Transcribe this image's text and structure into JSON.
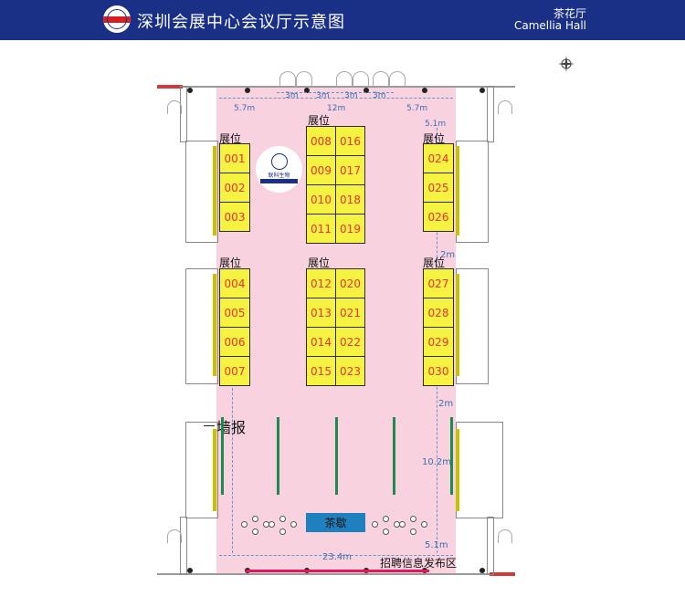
{
  "header": {
    "title": "深圳会展中心会议厅示意图",
    "hall_name_cn": "茶花厅",
    "hall_name_en": "Camellia Hall"
  },
  "colors": {
    "header_bg": "#1a2f86",
    "floor": "#f8d2df",
    "booth_fill": "#f6f241",
    "booth_text": "#e8322b",
    "dimension_text": "#3a6fb0",
    "tea_break": "#1f80bf",
    "recruitment_line": "#e0185f",
    "divider_bars": "#1e8a52"
  },
  "icons": [
    "compass-icon",
    "organizer-logo-icon",
    "sponsor-logo-icon",
    "table-chairs-icon"
  ],
  "booth_block_label": "展位",
  "booths": {
    "left_top": [
      "001",
      "002",
      "003"
    ],
    "center_top": [
      [
        "008",
        "016"
      ],
      [
        "009",
        "017"
      ],
      [
        "010",
        "018"
      ],
      [
        "011",
        "019"
      ]
    ],
    "right_top": [
      "024",
      "025",
      "026"
    ],
    "left_bottom": [
      "004",
      "005",
      "006",
      "007"
    ],
    "center_bottom": [
      [
        "012",
        "020"
      ],
      [
        "013",
        "021"
      ],
      [
        "014",
        "022"
      ],
      [
        "015",
        "023"
      ]
    ],
    "right_bottom": [
      "027",
      "028",
      "029",
      "030"
    ]
  },
  "sponsor": {
    "name_cn": "联科生物",
    "name_en": "MULTISCIENCES"
  },
  "dimensions": {
    "left_margin": "5.7m",
    "right_margin": "5.7m",
    "top_span": "12m",
    "gaps": [
      "3m",
      "3m",
      "3m",
      "3m"
    ],
    "right_top": "5.1m",
    "right_gap_1": "2m",
    "right_gap_2": "2m",
    "right_mid": "10.2m",
    "right_bottom": "5.1m",
    "bottom_width": "23.4m"
  },
  "labels": {
    "wall_board": "墙报",
    "tea_break": "茶歇",
    "recruitment": "招聘信息发布区"
  }
}
